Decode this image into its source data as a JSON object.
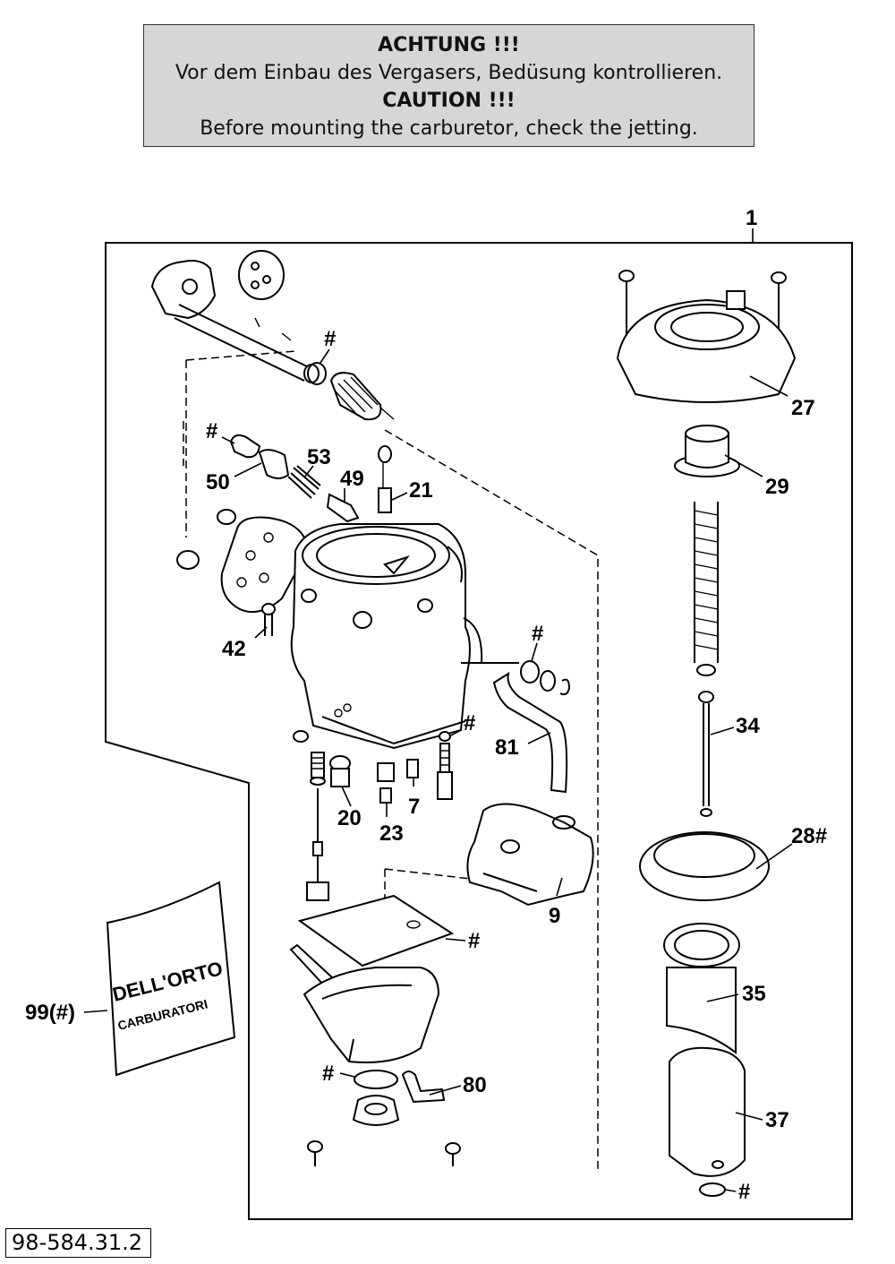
{
  "notice": {
    "de_title": "ACHTUNG !!!",
    "de_text": "Vor dem Einbau des Vergasers, Bedüsung kontrollieren.",
    "en_title": "CAUTION !!!",
    "en_text": "Before mounting the carburetor, check the jetting."
  },
  "labels": {
    "l1": "1",
    "l27": "27",
    "l29": "29",
    "l34": "34",
    "l28": "28#",
    "l35": "35",
    "l37": "37",
    "l_hash_bowl": "#",
    "l_hash_top": "#",
    "l_hash_50": "#",
    "l50": "50",
    "l53": "53",
    "l49": "49",
    "l21": "21",
    "l42": "42",
    "l_hash_side": "#",
    "l81": "81",
    "l_hash_mid": "#",
    "l7": "7",
    "l20": "20",
    "l23": "23",
    "l9": "9",
    "l_hash_gasket": "#",
    "l99": "99(#)",
    "l_hash_oring": "#",
    "l80": "80"
  },
  "kit_text": {
    "brand": "DELL'ORTO",
    "sub": "CARBURATORI"
  },
  "doc_number": "98-584.31.2"
}
